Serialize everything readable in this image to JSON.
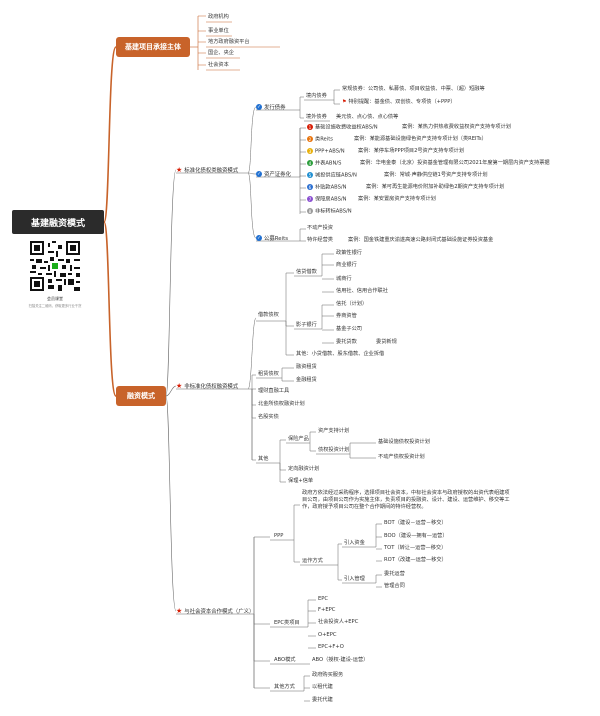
{
  "root": "基建融资模式",
  "qr_label": "会员课堂",
  "qr_subtitle": "扫描关注二维码，获取更多行业干货",
  "b1": {
    "title": "基建项目承接主体",
    "items": [
      "政府机构",
      "事业单位",
      "地方政府融资平台",
      "国企、央企",
      "社会资本"
    ]
  },
  "b2": {
    "title": "融资模式",
    "std": {
      "title": "标准化债权类融资模式",
      "bond": {
        "title": "发行债券",
        "domestic": "境内债券",
        "regular": "常规债券：公司债、私募债、项目收益债、中票、（超）短融等",
        "special": "特别提醒：基金债、双创债、专项债（+PPP）",
        "overseas": "境外债券",
        "overseas_detail": "美元债、点心债、点心债等"
      },
      "abs": {
        "title": "资产证券化",
        "items": [
          {
            "n": "1",
            "label": "基础设施收费收益权ABS/N",
            "case": "案例：某热力供热收费收益权资产支持专项计划"
          },
          {
            "n": "2",
            "label": "类Reits",
            "case": "案例：某能源基础设施绿色资产支持专项计划（类REITs）"
          },
          {
            "n": "3",
            "label": "PPP+ABS/N",
            "case": "案例：某停车场PPP项目2号资产支持专项计划"
          },
          {
            "n": "4",
            "label": "并表ABN/S",
            "case": "案例：华电金泰（北京）投资基金管理有限公司2021年度第一期层内资产支持票据"
          },
          {
            "n": "5",
            "label": "城投供应链ABS/N",
            "case": "案例：常城·声静供应链1号资产支持专项计划"
          },
          {
            "n": "6",
            "label": "补贴款ABS/N",
            "case": "案例：某可再生能源电价附加补助绿色2期资产支持专项计划"
          },
          {
            "n": "7",
            "label": "保障房ABS/N",
            "case": "案例：某安置房资产支持专项计划"
          },
          {
            "n": "8",
            "label": "非标转标ABS/N",
            "case": ""
          }
        ]
      },
      "reits": {
        "title": "公募Reits",
        "items": [
          "不动产投资",
          "特许经营类"
        ],
        "case": "案例：国金铁建重庆渝遂高速公路封闭式基础设施证券投资基金"
      }
    },
    "nonstd": {
      "title": "非标准化债权融资模式",
      "loan": {
        "title": "借款债权",
        "credit": {
          "title": "信贷借款",
          "items": [
            "政策性银行",
            "商业银行",
            "城商行",
            "信用社、信用合作联社"
          ]
        },
        "shadow": {
          "title": "影子银行",
          "items": [
            "信托（计划）",
            "券商资管",
            "基金子公司",
            "委托贷款"
          ],
          "extra": "委贷新规"
        },
        "other": "其他：小贷借款、股东借款、企业拆借"
      },
      "lease": {
        "title": "租赁债权",
        "items": [
          "融资租赁",
          "金融租赁"
        ]
      },
      "tools": [
        "理财直融工具",
        "北金所债权融资计划",
        "名股实债"
      ],
      "other": {
        "title": "其他",
        "insurance": "保险产品",
        "ins_items": [
          "资产支持计划",
          "债权投资计划"
        ],
        "debt_items": [
          "基础设施债权投资计划",
          "不动产债权投资计划"
        ],
        "extra": [
          "定向融资计划",
          "保理+信单"
        ]
      }
    },
    "ppp": {
      "title": "与社会资本合作模式（广义）",
      "ppp": {
        "title": "PPP",
        "desc": "政府方依法经过采购程序，选择项目社会资本，中标社会资本与政府授权的出资代表组建项目公司，由项目公司作为实施主体，负责项目的投融资、设计、建设、运营维护、移交等工作，政府授予项目公司在整个合作期间的特许经营权。",
        "mode": "运作方式",
        "capital": "引入资金",
        "capital_items": [
          "BOT（建设－运营－移交）",
          "BOO（建设—拥有—运营）",
          "TOT（转让—运营—移交）",
          "ROT（改建—运营—移交）"
        ],
        "mgmt": "引入管理",
        "mgmt_items": [
          "委托运营",
          "管理合同"
        ]
      },
      "epc": {
        "title": "EPC类项目",
        "items": [
          "EPC",
          "F+EPC",
          "社会投资人+EPC",
          "O+EPC",
          "EPC+F+O"
        ]
      },
      "abo": {
        "title": "ABO模式",
        "detail": "ABO（授权-建设-运营）"
      },
      "others": {
        "title": "其他方式",
        "items": [
          "政府购买服务",
          "以租代建",
          "委托代建"
        ]
      }
    }
  }
}
